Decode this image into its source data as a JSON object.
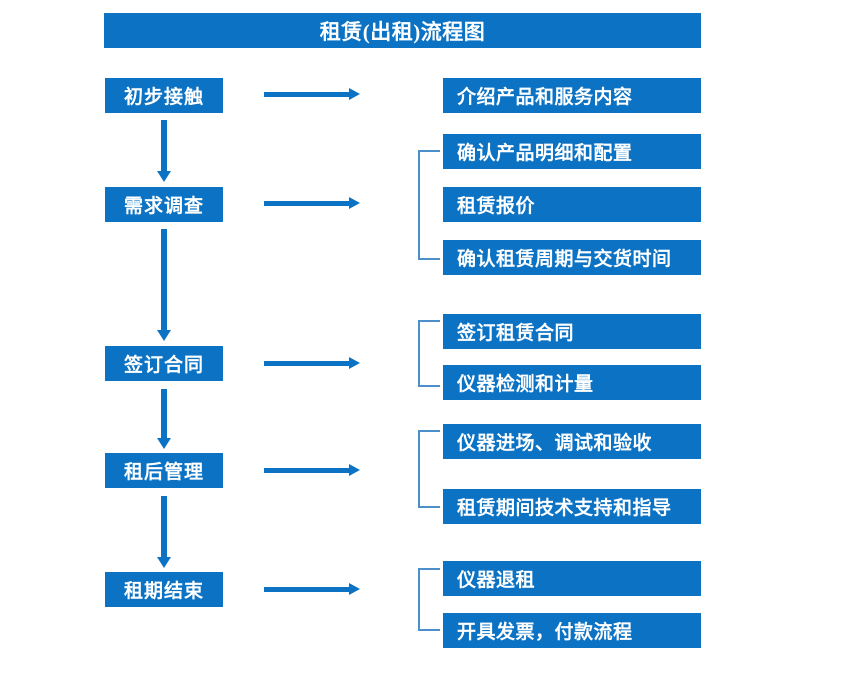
{
  "diagram": {
    "title": "租赁(出租)流程图",
    "accent_color": "#0B72C4",
    "bracket_color": "#4C8FCB",
    "background_color": "#FFFFFF",
    "stages": [
      {
        "id": "stage-1",
        "label": "初步接触",
        "arrow": "arrow-right-icon",
        "grouped": false,
        "details": [
          "介绍产品和服务内容"
        ]
      },
      {
        "id": "stage-2",
        "label": "需求调查",
        "arrow": "arrow-right-icon",
        "grouped": true,
        "details": [
          "确认产品明细和配置",
          "租赁报价",
          "确认租赁周期与交货时间"
        ]
      },
      {
        "id": "stage-3",
        "label": "签订合同",
        "arrow": "arrow-right-icon",
        "grouped": true,
        "details": [
          "签订租赁合同",
          "仪器检测和计量"
        ]
      },
      {
        "id": "stage-4",
        "label": "租后管理",
        "arrow": "arrow-right-icon",
        "grouped": true,
        "details": [
          "仪器进场、调试和验收",
          "租赁期间技术支持和指导"
        ]
      },
      {
        "id": "stage-5",
        "label": "租期结束",
        "arrow": "arrow-right-icon",
        "grouped": true,
        "details": [
          "仪器退租",
          "开具发票，付款流程"
        ]
      }
    ],
    "flow_connectors": [
      "arrow-down-icon",
      "arrow-down-icon",
      "arrow-down-icon",
      "arrow-down-icon"
    ]
  }
}
